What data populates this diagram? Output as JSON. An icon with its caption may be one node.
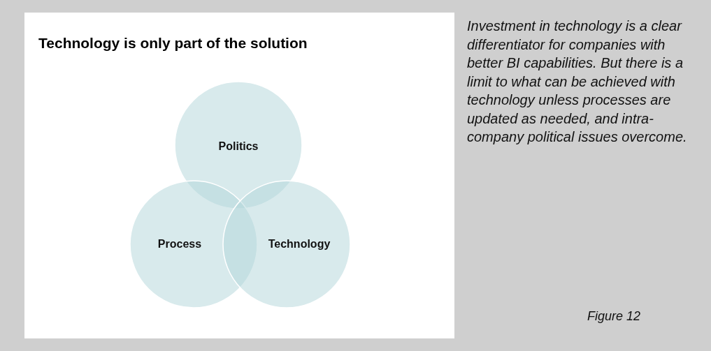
{
  "diagram": {
    "title": "Technology is only part of the solution",
    "caption": "Figure 12",
    "nodes": [
      {
        "text": [
          "Politics"
        ]
      },
      {
        "text": [
          "Process"
        ]
      },
      {
        "text": [
          "Technology"
        ]
      }
    ],
    "labels": [
      "Investment in technology is a clear differentiator for companies with better BI capabilities. But there is a limit to what can be achieved with technology unless processes are updated as needed, and intra-company political issues overcome."
    ]
  }
}
